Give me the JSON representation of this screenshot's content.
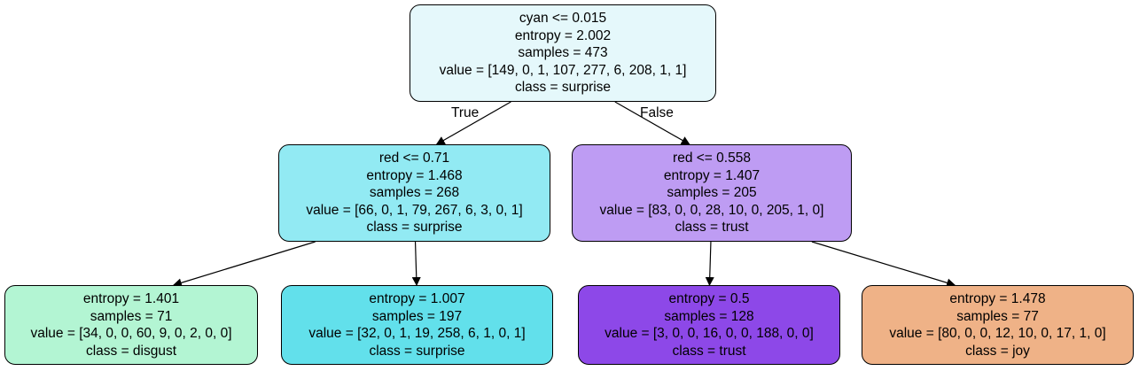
{
  "nodes": [
    {
      "id": "n0",
      "lines": [
        "cyan <= 0.015",
        "entropy = 2.002",
        "samples = 473",
        "value = [149, 0, 1, 107, 277, 6, 208, 1, 1]",
        "class = surprise"
      ],
      "fill": "#e5f8fb"
    },
    {
      "id": "n1",
      "lines": [
        "red <= 0.71",
        "entropy = 1.468",
        "samples = 268",
        "value = [66, 0, 1, 79, 267, 6, 3, 0, 1]",
        "class = surprise"
      ],
      "fill": "#92eaf3"
    },
    {
      "id": "n2",
      "lines": [
        "red <= 0.558",
        "entropy = 1.407",
        "samples = 205",
        "value = [83, 0, 0, 28, 10, 0, 205, 1, 0]",
        "class = trust"
      ],
      "fill": "#be9cf3"
    },
    {
      "id": "n3",
      "lines": [
        "entropy = 1.401",
        "samples = 71",
        "value = [34, 0, 0, 60, 9, 0, 2, 0, 0]",
        "class = disgust"
      ],
      "fill": "#b3f5d3"
    },
    {
      "id": "n4",
      "lines": [
        "entropy = 1.007",
        "samples = 197",
        "value = [32, 0, 1, 19, 258, 6, 1, 0, 1]",
        "class = surprise"
      ],
      "fill": "#62e0eb"
    },
    {
      "id": "n5",
      "lines": [
        "entropy = 0.5",
        "samples = 128",
        "value = [3, 0, 0, 16, 0, 0, 188, 0, 0]",
        "class = trust"
      ],
      "fill": "#8d48e8"
    },
    {
      "id": "n6",
      "lines": [
        "entropy = 1.478",
        "samples = 77",
        "value = [80, 0, 0, 12, 10, 0, 17, 1, 0]",
        "class = joy"
      ],
      "fill": "#efb287"
    }
  ],
  "edges": [
    {
      "from": "n0",
      "to": "n1"
    },
    {
      "from": "n0",
      "to": "n2"
    },
    {
      "from": "n1",
      "to": "n3"
    },
    {
      "from": "n1",
      "to": "n4"
    },
    {
      "from": "n2",
      "to": "n5"
    },
    {
      "from": "n2",
      "to": "n6"
    }
  ],
  "edge_labels": {
    "true_label": "True",
    "false_label": "False"
  }
}
